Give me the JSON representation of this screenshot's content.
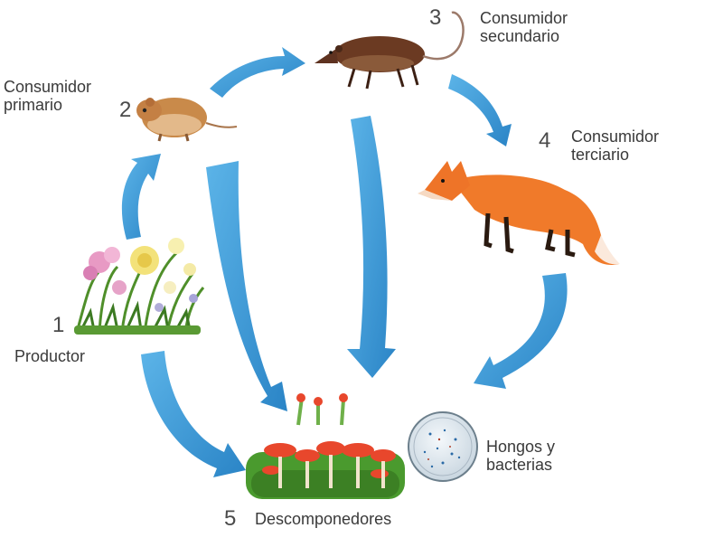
{
  "nodes": {
    "producer": {
      "number": "1",
      "label": "Productor"
    },
    "primary": {
      "number": "2",
      "label_line1": "Consumidor",
      "label_line2": "primario"
    },
    "secondary": {
      "number": "3",
      "label_line1": "Consumidor",
      "label_line2": "secundario"
    },
    "tertiary": {
      "number": "4",
      "label_line1": "Consumidor",
      "label_line2": "terciario"
    },
    "decomposers": {
      "number": "5",
      "label": "Descomponedores"
    },
    "microbes": {
      "label_line1": "Hongos y",
      "label_line2": "bacterias"
    }
  },
  "colors": {
    "arrow": "#3a9ad6",
    "arrow_dark": "#1f6fb0",
    "text": "#3a3a3a",
    "fox": "#f07a2a",
    "rodent_dark": "#6b3a22",
    "mouse": "#c98a4a",
    "mushroom_red": "#e8472c",
    "moss_green": "#4a9a2e"
  }
}
